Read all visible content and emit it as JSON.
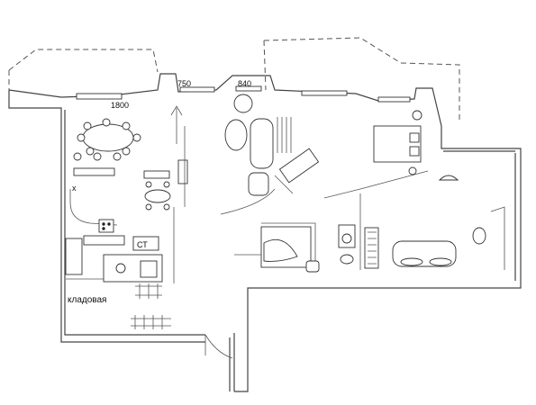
{
  "plan": {
    "dimensions": {
      "window_left": "1800",
      "window_door": "750",
      "window_right": "840"
    },
    "rooms": {
      "pantry": "кладовая"
    },
    "fixtures": {
      "washer": "СТ"
    }
  }
}
